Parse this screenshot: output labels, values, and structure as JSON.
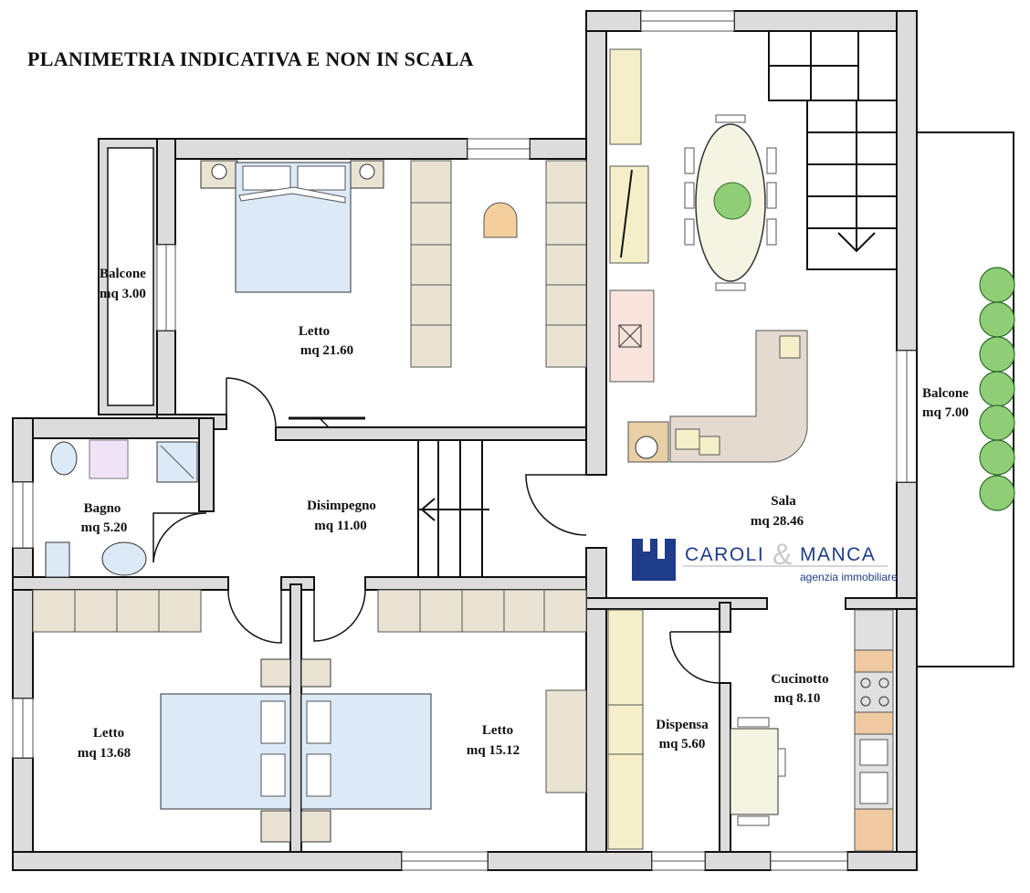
{
  "title": "PLANIMETRIA INDICATIVA E NON IN SCALA",
  "rooms": [
    {
      "key": "balcone-left",
      "name": "Balcone",
      "area": "mq 3.00"
    },
    {
      "key": "letto-main",
      "name": "Letto",
      "area": "mq 21.60"
    },
    {
      "key": "bagno",
      "name": "Bagno",
      "area": "mq 5.20"
    },
    {
      "key": "disimpegno",
      "name": "Disimpegno",
      "area": "mq 11.00"
    },
    {
      "key": "sala",
      "name": "Sala",
      "area": "mq 28.46"
    },
    {
      "key": "balcone-right",
      "name": "Balcone",
      "area": "mq 7.00"
    },
    {
      "key": "letto-left",
      "name": "Letto",
      "area": "mq 13.68"
    },
    {
      "key": "letto-mid",
      "name": "Letto",
      "area": "mq 15.12"
    },
    {
      "key": "dispensa",
      "name": "Dispensa",
      "area": "mq 5.60"
    },
    {
      "key": "cucinotto",
      "name": "Cucinotto",
      "area": "mq 8.10"
    }
  ],
  "logo": {
    "name_part1": "CAROLI",
    "ampersand": "&",
    "name_part2": "MANCA",
    "tagline": "agenzia immobiliare"
  },
  "colors": {
    "wall_fill": "#dcdcdc",
    "wall_stroke": "#111111",
    "bed": "#dce9f7",
    "furniture": "#e8e3d3",
    "chair": "#f4cf9c",
    "logo_blue": "#1f3c8a",
    "logo_grey": "#c9c9c9",
    "plant": "#8fce76"
  }
}
